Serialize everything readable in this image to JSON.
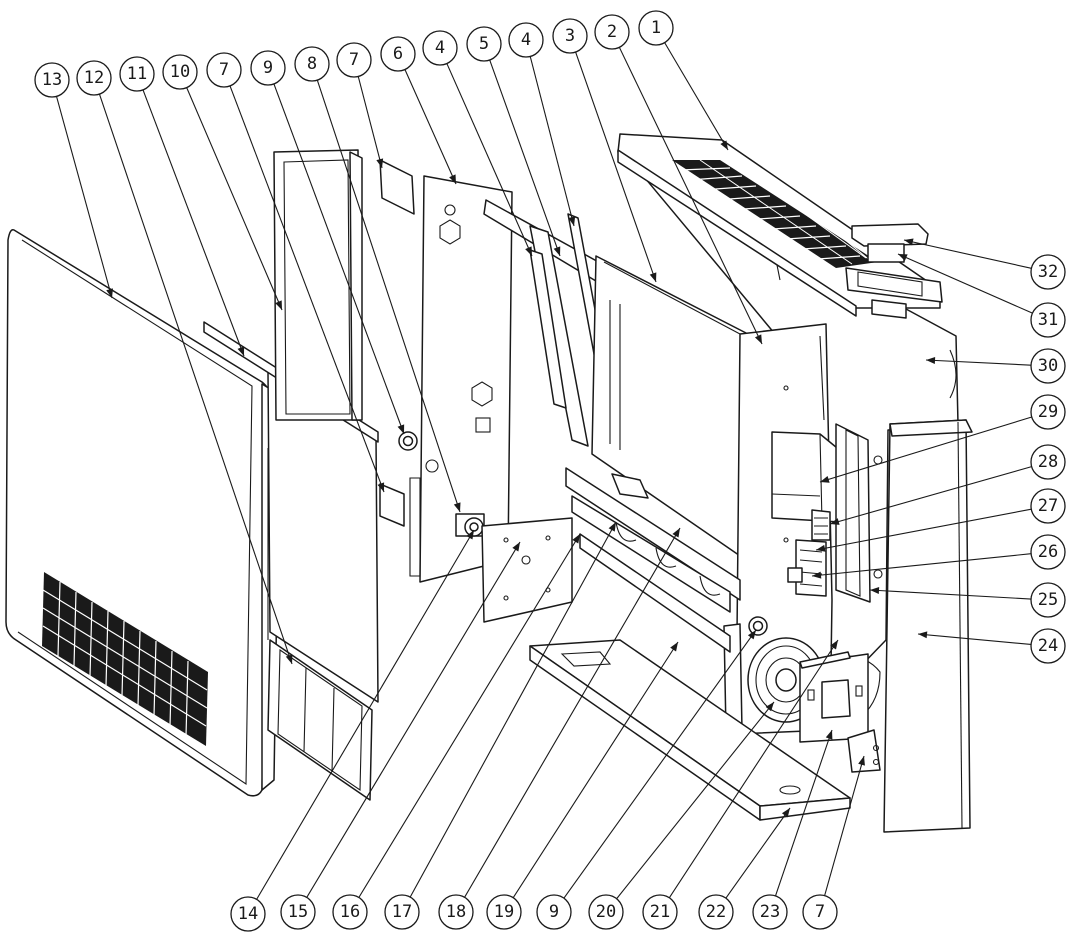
{
  "callouts_top": [
    "13",
    "12",
    "11",
    "10",
    "7",
    "9",
    "8",
    "7",
    "6",
    "4",
    "5",
    "4",
    "3",
    "2",
    "1"
  ],
  "callouts_right": [
    "32",
    "31",
    "30",
    "29",
    "28",
    "27",
    "26",
    "25",
    "24"
  ],
  "callouts_bottom": [
    "14",
    "15",
    "16",
    "17",
    "18",
    "19",
    "9",
    "20",
    "21",
    "22",
    "23",
    "7"
  ]
}
